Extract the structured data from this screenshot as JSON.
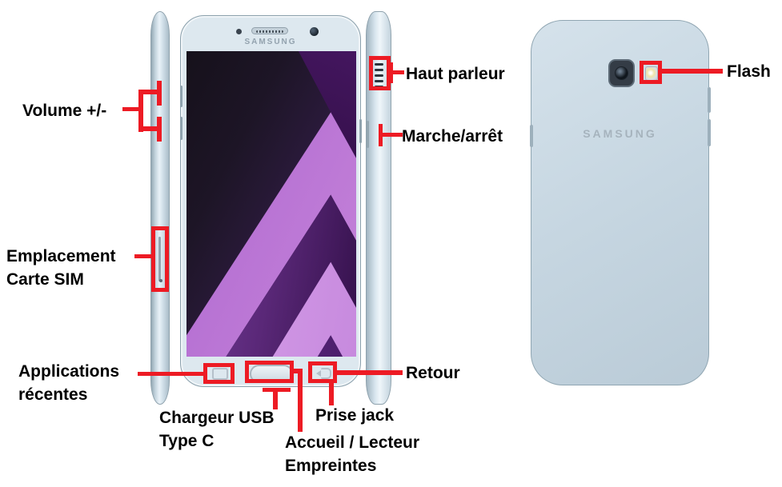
{
  "diagram": {
    "labels": {
      "volume": "Volume +/-",
      "haut_parleur": "Haut parleur",
      "marche_arret": "Marche/arrêt",
      "emplacement_l1": "Emplacement",
      "emplacement_l2": "Carte SIM",
      "applications_l1": "Applications",
      "applications_l2": "récentes",
      "chargeur_l1": "Chargeur USB",
      "chargeur_l2": "Type C",
      "prise_jack": "Prise jack",
      "accueil_l1": "Accueil / Lecteur",
      "accueil_l2": "Empreintes",
      "retour": "Retour",
      "flash": "Flash"
    },
    "phone": {
      "brand_front": "SAMSUNG",
      "brand_back": "SAMSUNG"
    },
    "colors": {
      "annotation_red": "#ed1b24",
      "label_text": "#000000",
      "body_light_blue": "#cfdee8",
      "screen_dark": "#16111b",
      "screen_band_light": "#b873d4",
      "screen_band_lighter": "#cf95e4",
      "screen_band_dark": "#4a1d66"
    }
  }
}
